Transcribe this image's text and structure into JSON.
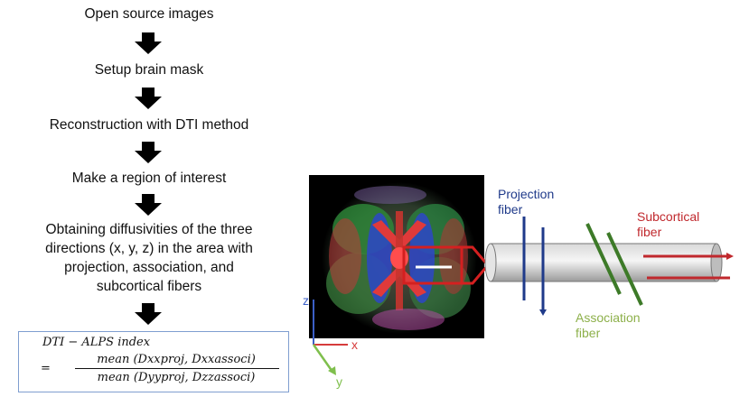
{
  "steps": [
    "Open source images",
    "Setup brain mask",
    "Reconstruction with DTI method",
    "Make a region of interest",
    "Obtaining diffusivities of the three directions (x, y, z) in the area with projection, association, and subcortical fibers"
  ],
  "step_lines": [
    "Obtaining diffusivities of the three",
    "directions (x, y, z) in the area with",
    "projection, association, and",
    "subcortical fibers"
  ],
  "formula": {
    "title": "DTI − ALPS index",
    "equals": "=",
    "numerator": "mean (Dxxproj, Dxxassoci)",
    "denominator": "mean (Dyyproj, Dzzassoci)"
  },
  "axes": {
    "z": "z",
    "x": "x",
    "y": "y"
  },
  "labels": {
    "projection": [
      "Projection",
      "fiber"
    ],
    "subcortical": [
      "Subcortical",
      "fiber"
    ],
    "association": [
      "Association",
      "fiber"
    ]
  },
  "colors": {
    "projection": "#1f3a8a",
    "association": "#4e8f2e",
    "association_label": "#8db04a",
    "subcortical": "#c0282d",
    "roi_box": "#d42020",
    "axis_z": "#3b5fc7",
    "axis_x": "#d63b3b",
    "axis_y": "#7fbf4d",
    "formula_border": "#7f9ed0"
  }
}
